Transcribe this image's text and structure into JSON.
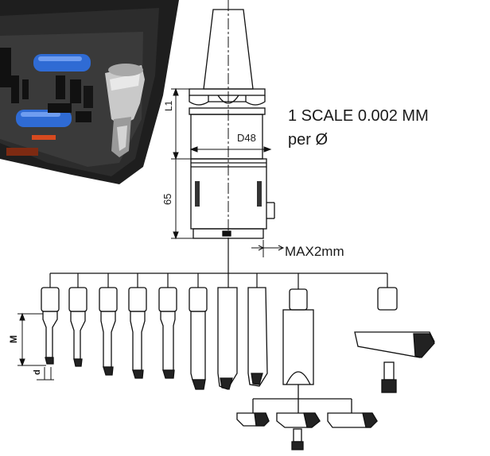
{
  "annotations": {
    "scale_line1": "1 SCALE 0.002 MM",
    "scale_line2": "per Ø",
    "max_travel": "MAX2mm",
    "diameter": "D48",
    "length_l1": "L1",
    "height": "65",
    "bar_length": "M",
    "bar_diameter": "d"
  },
  "photo": {
    "subject": "tool kit case with boring head",
    "colors": {
      "case": "#232323",
      "handle": "#2f6bd4",
      "body": "#c9c9c9",
      "accent": "#d74a1f"
    }
  },
  "colors": {
    "line": "#111111",
    "background": "#ffffff"
  }
}
